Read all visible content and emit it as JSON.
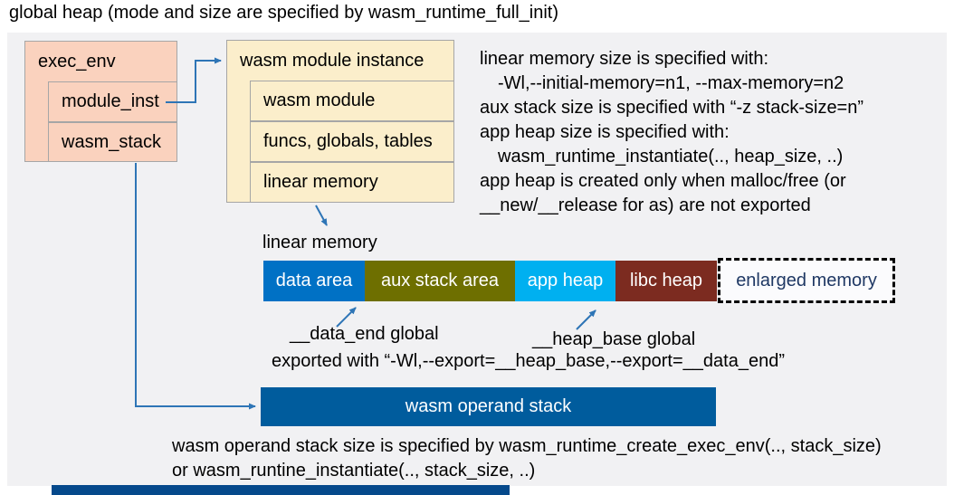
{
  "title": "global heap (mode and size are specified by wasm_runtime_full_init)",
  "exec_env_box": {
    "header": "exec_env",
    "rows": [
      "module_inst",
      "wasm_stack"
    ]
  },
  "module_instance_box": {
    "header": "wasm module instance",
    "rows": [
      "wasm module",
      "funcs, globals, tables",
      "linear memory"
    ]
  },
  "notes_top": {
    "line1": "linear memory size is specified with:",
    "line2": "-Wl,--initial-memory=n1, --max-memory=n2",
    "line3": "aux stack size is specified with “-z stack-size=n”",
    "line4": "app heap size is specified with:",
    "line5": "wasm_runtime_instantiate(.., heap_size, ..)",
    "line6": "app heap is created only when malloc/free (or",
    "line7": "__new/__release for as) are not exported"
  },
  "linear_memory": {
    "label": "linear memory",
    "segments": [
      {
        "label": "data area",
        "color": "#0071C5"
      },
      {
        "label": "aux stack area",
        "color": "#6E6F00"
      },
      {
        "label": "app heap",
        "color": "#00B0F0"
      },
      {
        "label": "libc heap",
        "color": "#7C2B20"
      }
    ],
    "enlarged_label": "enlarged memory"
  },
  "annotations": {
    "data_end": "__data_end global",
    "heap_base": "__heap_base global",
    "exported": "exported with “-Wl,--export=__heap_base,--export=__data_end”"
  },
  "operand_stack": {
    "label": "wasm operand stack",
    "color": "#005C9D"
  },
  "notes_bottom": {
    "line1": "wasm operand stack size is specified by wasm_runtime_create_exec_env(.., stack_size)",
    "line2": "or wasm_runtine_instantiate(.., stack_size, ..)"
  },
  "colors": {
    "panel_bg": "#F1F1F3",
    "box_salmon": "#FAD2BE",
    "box_cream": "#FBEECB",
    "box_border": "#A6A6A6",
    "connector_blue": "#2E75B6",
    "enlarged_text": "#1F3864",
    "segment_text": "#FFFFFF",
    "text": "#000000",
    "bottom_bar": "#05498B"
  }
}
